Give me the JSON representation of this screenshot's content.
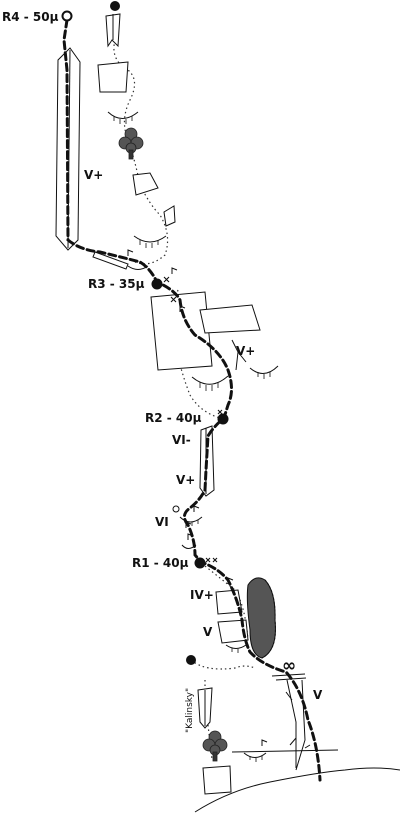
{
  "belays": {
    "r4": "R4 - 50µ",
    "r3": "R3 - 35µ",
    "r2": "R2 - 40µ",
    "r1": "R1 - 40µ"
  },
  "grades": {
    "upper_dihedral": "V+",
    "right_dihedral": "V+",
    "pitch2_crux": "VI-",
    "pitch2_upper": "V+",
    "pitch1_crux": "VI",
    "start_left": "IV+",
    "start_mid": "V",
    "start_right": "V"
  },
  "route_name": "\"Kalinsky\"",
  "symbols": {
    "infinity": "∞"
  },
  "colors": {
    "rope_line": "#111111",
    "boulder_fill": "#555555",
    "tree_fill": "#555555"
  }
}
